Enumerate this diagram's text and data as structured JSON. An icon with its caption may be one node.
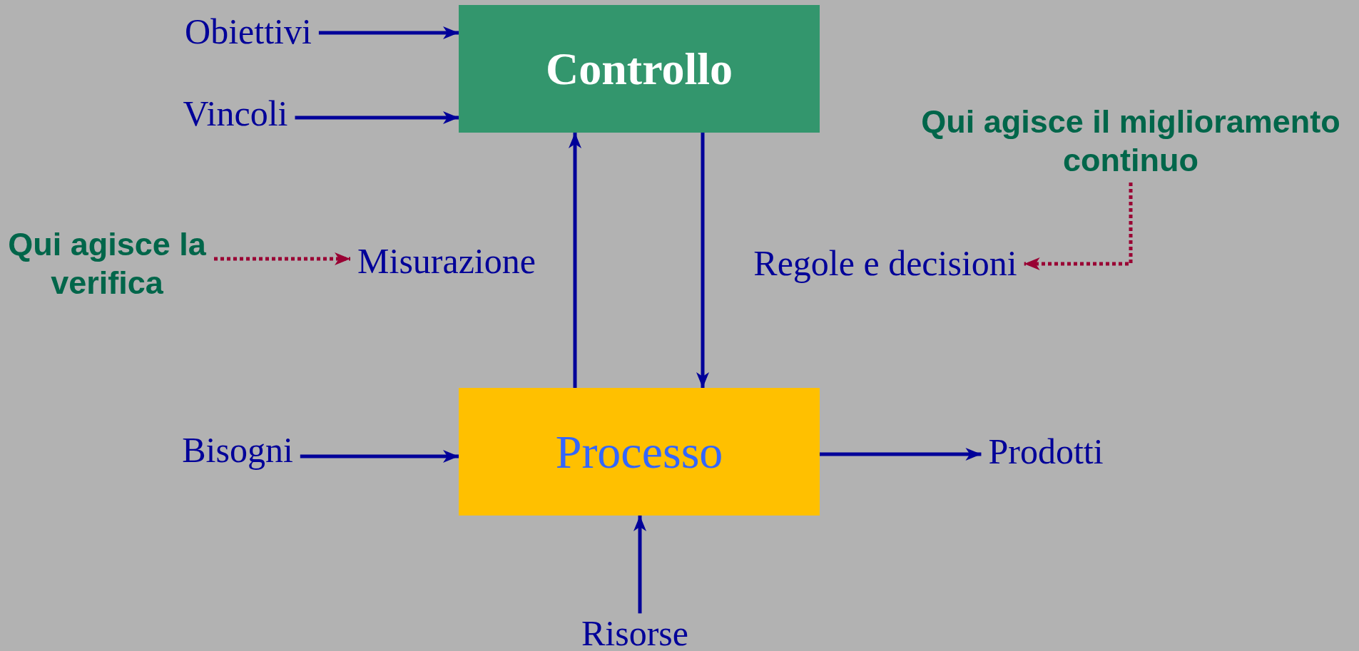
{
  "diagram": {
    "nodes": [
      {
        "text": [
          "Obiettivi"
        ]
      },
      {
        "text": [
          "Vincoli"
        ]
      },
      {
        "text": [
          "Controllo"
        ]
      },
      {
        "text": [
          "Qui agisce il miglioramento continuo"
        ]
      },
      {
        "text": [
          "Qui agisce la verifica"
        ]
      },
      {
        "text": [
          "Misurazione"
        ]
      },
      {
        "text": [
          "Regole e decisioni"
        ]
      },
      {
        "text": [
          "Bisogni"
        ]
      },
      {
        "text": [
          "Processo"
        ]
      },
      {
        "text": [
          "Prodotti"
        ]
      },
      {
        "text": [
          "Risorse"
        ]
      }
    ],
    "edges": [
      {
        "from": 0,
        "to": 2,
        "arrow": "to"
      },
      {
        "from": 1,
        "to": 2,
        "arrow": "to"
      },
      {
        "from": 8,
        "to": 2,
        "arrow": "to"
      },
      {
        "from": 2,
        "to": 8,
        "arrow": "to"
      },
      {
        "from": 4,
        "to": 5,
        "arrow": "to",
        "style": "dashed",
        "color": "#990033"
      },
      {
        "from": 3,
        "to": 6,
        "arrow": "to",
        "style": "dashed",
        "color": "#990033"
      },
      {
        "from": 7,
        "to": 8,
        "arrow": "to"
      },
      {
        "from": 8,
        "to": 9,
        "arrow": "to"
      },
      {
        "from": 10,
        "to": 8,
        "arrow": "to"
      }
    ]
  }
}
